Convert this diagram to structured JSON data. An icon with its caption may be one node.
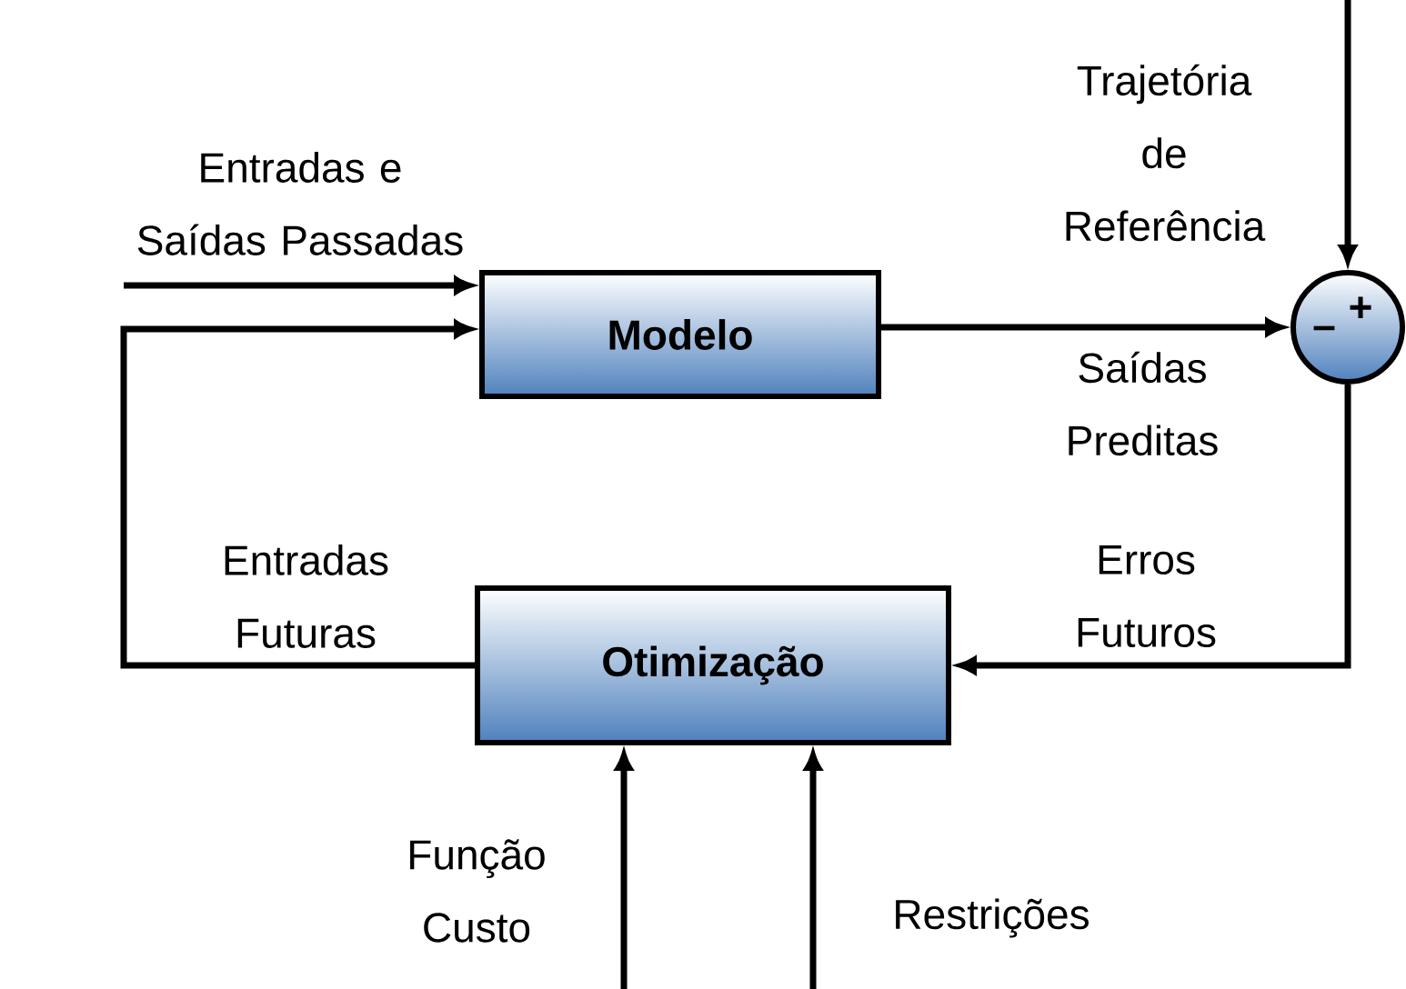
{
  "diagram": {
    "nodes": [
      {
        "text": [
          "Modelo"
        ]
      },
      {
        "text": [
          "Otimização"
        ]
      },
      {
        "text": [
          "+",
          "–"
        ]
      }
    ],
    "edges": [
      {
        "from": null,
        "to": 0,
        "arrow": "to",
        "label": "Entradas e Saídas Passadas"
      },
      {
        "from": 0,
        "to": 2,
        "arrow": "to",
        "label": "Saídas Preditas"
      },
      {
        "from": null,
        "to": 2,
        "arrow": "to",
        "label": "Trajetória de Referência"
      },
      {
        "from": 2,
        "to": 1,
        "arrow": "to",
        "label": "Erros Futuros"
      },
      {
        "from": 1,
        "to": 0,
        "arrow": "to",
        "label": "Entradas Futuras"
      },
      {
        "from": null,
        "to": 1,
        "arrow": "to",
        "label": "Função Custo"
      },
      {
        "from": null,
        "to": 1,
        "arrow": "to",
        "label": "Restrições"
      }
    ]
  }
}
